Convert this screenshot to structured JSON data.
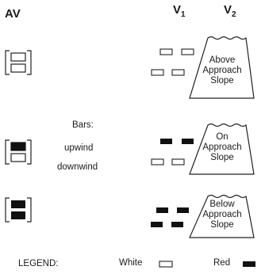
{
  "header": {
    "av": "AV",
    "v1": "V",
    "v1_sub": "1",
    "v2": "V",
    "v2_sub": "2"
  },
  "bars_caption": {
    "title": "Bars:",
    "upwind": "upwind",
    "downwind": "downwind"
  },
  "rows": [
    {
      "id": "above",
      "slope_lines": [
        "Above",
        "Approach",
        "Slope"
      ],
      "av_upwind": "white",
      "av_downwind": "white"
    },
    {
      "id": "on",
      "slope_lines": [
        "On",
        "Approach",
        "Slope"
      ],
      "av_upwind": "red",
      "av_downwind": "white"
    },
    {
      "id": "below",
      "slope_lines": [
        "Below",
        "Approach",
        "Slope"
      ],
      "av_upwind": "red",
      "av_downwind": "red"
    }
  ],
  "legend": {
    "label": "LEGEND:",
    "white_label": "White",
    "red_label": "Red"
  },
  "colors": {
    "white_bar": "#ffffff",
    "red_bar": "#111111",
    "line": "#222222"
  }
}
